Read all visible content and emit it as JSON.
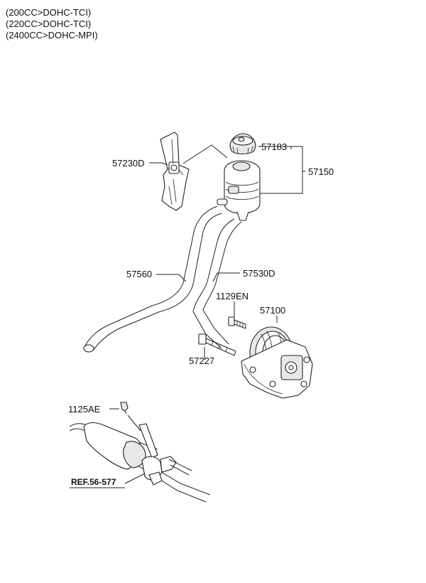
{
  "header": {
    "lines": [
      "(200CC>DOHC-TCI)",
      "(220CC>DOHC-TCI)",
      "(2400CC>DOHC-MPI)"
    ]
  },
  "labels": {
    "p57183": "57183",
    "p57150": "57150",
    "p57230D": "57230D",
    "p57560": "57560",
    "p57530D": "57530D",
    "p1129EN": "1129EN",
    "p57100": "57100",
    "p57227": "57227",
    "p1125AE": "1125AE",
    "ref": "REF.56-577"
  }
}
